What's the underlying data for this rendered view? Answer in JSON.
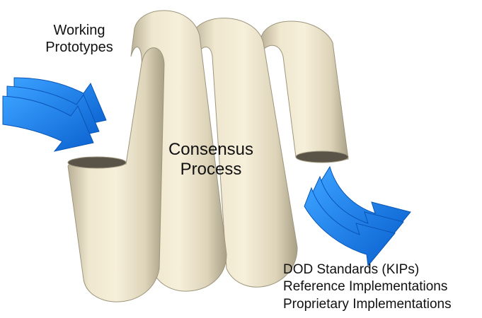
{
  "input": {
    "line1": "Working",
    "line2": "Prototypes"
  },
  "center": {
    "line1": "Consensus",
    "line2": "Process"
  },
  "outputs": [
    "DOD Standards (KIPs)",
    "Reference Implementations",
    "Proprietary Implementations"
  ],
  "colors": {
    "coil": "#ede5cc",
    "coil_shade": "#bdb49a",
    "arrow": "#1a82f0",
    "arrow_dark": "#0b5fc0"
  }
}
